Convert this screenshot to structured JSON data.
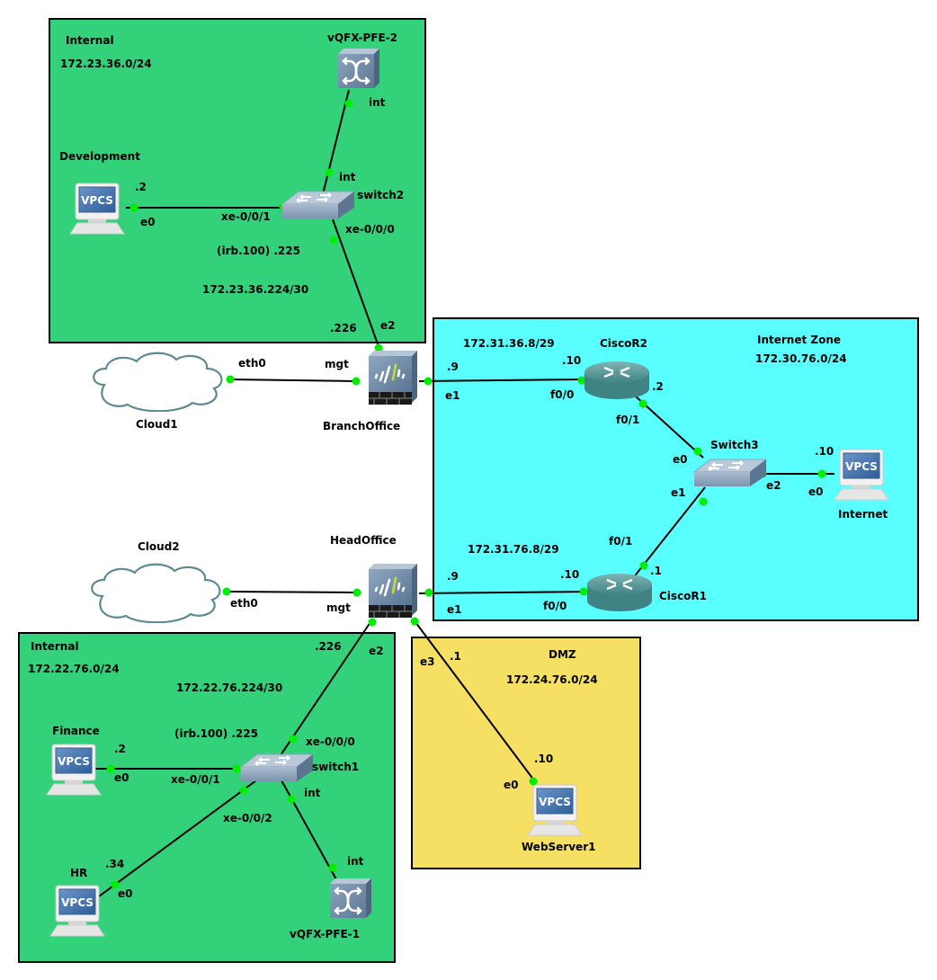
{
  "colors": {
    "internal_zone": "#33d17a",
    "internet_zone": "#59ffff",
    "dmz_zone": "#f5e063",
    "link": "#000000",
    "port_dot": "#00ee00"
  },
  "zones": {
    "branch_internal": {
      "title": "Internal",
      "subnet": "172.23.36.0/24"
    },
    "internet": {
      "title": "Internet Zone",
      "subnet": "172.30.76.0/24"
    },
    "head_internal": {
      "title": "Internal",
      "subnet": "172.22.76.0/24"
    },
    "dmz": {
      "title": "DMZ",
      "subnet": "172.24.76.0/24"
    }
  },
  "nodes": {
    "vqfx_pfe_2": {
      "name": "vQFX-PFE-2",
      "icon": "vqfx-switch-icon"
    },
    "development": {
      "name": "Development",
      "icon": "vpcs-icon",
      "icon_text": "VPCS"
    },
    "switch2": {
      "name": "switch2",
      "icon": "ethernet-switch-icon"
    },
    "cloud1": {
      "name": "Cloud1",
      "icon": "cloud-icon"
    },
    "branchoffice": {
      "name": "BranchOffice",
      "icon": "firewall-icon"
    },
    "ciscor2": {
      "name": "CiscoR2",
      "icon": "router-icon"
    },
    "switch3": {
      "name": "Switch3",
      "icon": "ethernet-switch-icon"
    },
    "internet": {
      "name": "Internet",
      "icon": "vpcs-icon",
      "icon_text": "VPCS"
    },
    "ciscor1": {
      "name": "CiscoR1",
      "icon": "router-icon"
    },
    "cloud2": {
      "name": "Cloud2",
      "icon": "cloud-icon"
    },
    "headoffice": {
      "name": "HeadOffice",
      "icon": "firewall-icon"
    },
    "finance": {
      "name": "Finance",
      "icon": "vpcs-icon",
      "icon_text": "VPCS"
    },
    "switch1": {
      "name": "switch1",
      "icon": "ethernet-switch-icon"
    },
    "hr": {
      "name": "HR",
      "icon": "vpcs-icon",
      "icon_text": "VPCS"
    },
    "vqfx_pfe_1": {
      "name": "vQFX-PFE-1",
      "icon": "vqfx-switch-icon"
    },
    "webserver1": {
      "name": "WebServer1",
      "icon": "vpcs-icon",
      "icon_text": "VPCS"
    }
  },
  "annotations": {
    "dev_ip": ".2",
    "switch2_irb": "(irb.100) .225",
    "branch_transit_subnet": "172.23.36.224/30",
    "branch_e2_ip": ".226",
    "branch_ciscor2_subnet": "172.31.36.8/29",
    "branch_e1_ip": ".9",
    "ciscor2_f00_ip": ".10",
    "ciscor2_f01_ip": ".2",
    "internet_ip": ".10",
    "head_ciscor1_subnet": "172.31.76.8/29",
    "head_e1_ip": ".9",
    "ciscor1_f00_ip": ".10",
    "ciscor1_f01_ip": ".1",
    "head_e2_ip": ".226",
    "head_transit_subnet": "172.22.76.224/30",
    "switch1_irb": "(irb.100) .225",
    "finance_ip": ".2",
    "hr_ip": ".34",
    "head_e3_ip": ".1",
    "webserver_ip": ".10"
  },
  "ports": {
    "vqfx2_int": "int",
    "switch2_int": "int",
    "dev_e0": "e0",
    "switch2_xe001": "xe-0/0/1",
    "switch2_xe000": "xe-0/0/0",
    "branch_e2": "e2",
    "cloud1_eth0": "eth0",
    "branch_mgt": "mgt",
    "branch_e1": "e1",
    "ciscor2_f00": "f0/0",
    "ciscor2_f01": "f0/1",
    "switch3_e0": "e0",
    "switch3_e1": "e1",
    "switch3_e2": "e2",
    "internet_e0": "e0",
    "ciscor1_f01": "f0/1",
    "ciscor1_f00": "f0/0",
    "cloud2_eth0": "eth0",
    "head_mgt": "mgt",
    "head_e1": "e1",
    "head_e2": "e2",
    "head_e3": "e3",
    "switch1_xe000": "xe-0/0/0",
    "finance_e0": "e0",
    "switch1_xe001": "xe-0/0/1",
    "switch1_int": "int",
    "switch1_xe002": "xe-0/0/2",
    "hr_e0": "e0",
    "vqfx1_int": "int",
    "webserver_e0": "e0"
  }
}
